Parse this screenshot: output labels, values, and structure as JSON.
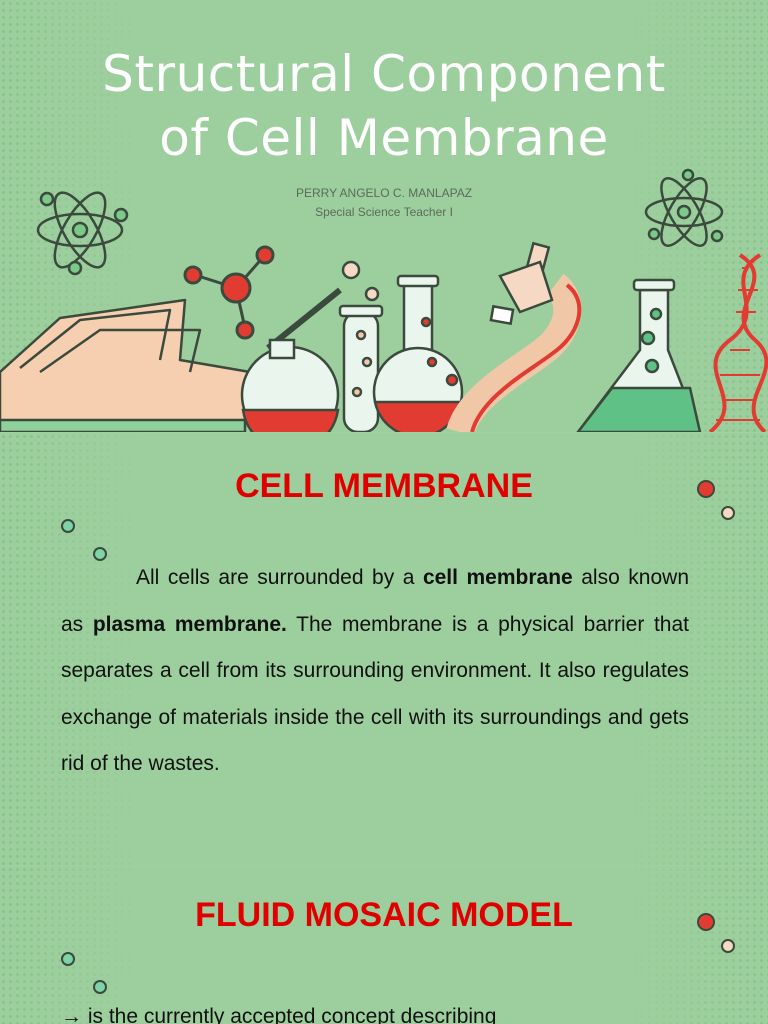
{
  "title_slide": {
    "title_line1": "Structural Component",
    "title_line2": "of Cell Membrane",
    "author_name": "PERRY ANGELO C. MANLAPAZ",
    "author_role": "Special Science Teacher I"
  },
  "cell_membrane_slide": {
    "heading": "CELL MEMBRANE",
    "p_intro": "All cells are surrounded by a ",
    "p_bold1": "cell membrane",
    "p_mid": " also known as ",
    "p_bold2": "plasma membrane.",
    "p_rest": " The membrane is a physical barrier that separates a cell from its surrounding environment. It also regulates exchange of materials inside the cell with its surroundings and gets rid of the wastes."
  },
  "fluid_mosaic_slide": {
    "heading": "FLUID MOSAIC MODEL",
    "arrow": "→",
    "line": " is the currently accepted concept describing"
  },
  "colors": {
    "background": "#9ccf9d",
    "heading_red": "#e00000",
    "title_white": "#ffffff"
  },
  "icons": [
    "atom-icon",
    "molecule-icon",
    "open-book-icon",
    "round-flask-icon",
    "test-tube-icon",
    "microscope-icon",
    "erlenmeyer-flask-icon",
    "dna-helix-icon"
  ]
}
